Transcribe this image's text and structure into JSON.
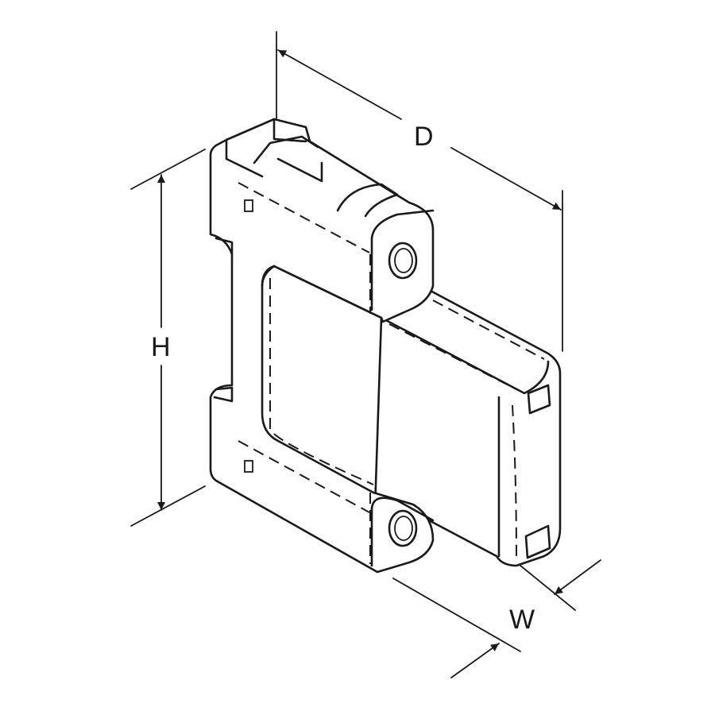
{
  "dimensions": {
    "depth_label": "D",
    "height_label": "H",
    "width_label": "W"
  },
  "colors": {
    "line": "#1a1a1a",
    "background": "#ffffff"
  }
}
